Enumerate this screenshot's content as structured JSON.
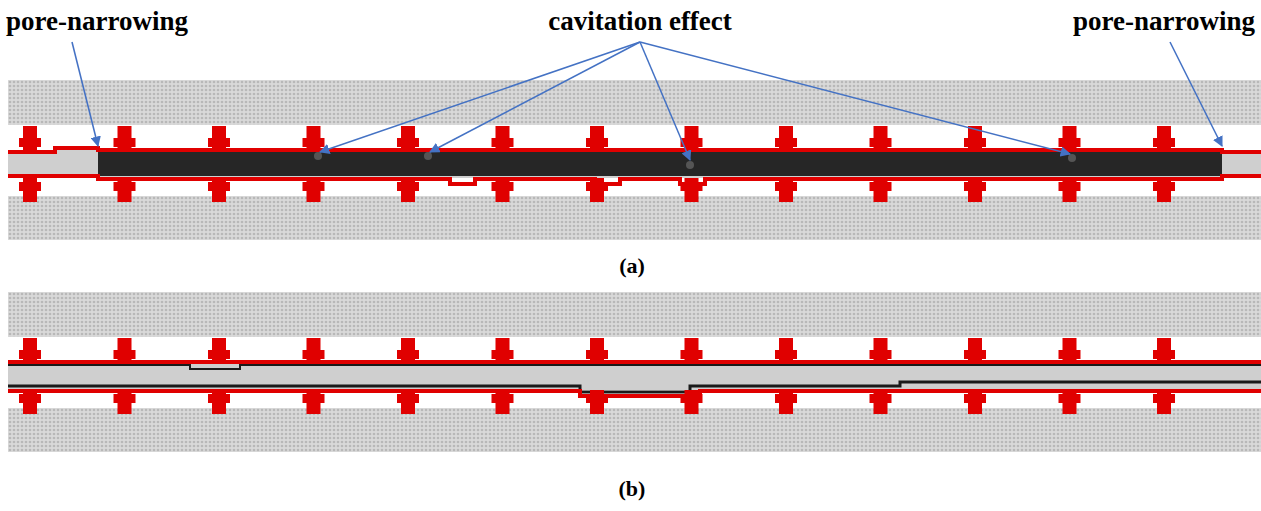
{
  "diagram": {
    "labels": [
      "pore-narrowing",
      "cavitation effect",
      "pore-narrowing",
      "(a)",
      "(b)"
    ]
  }
}
